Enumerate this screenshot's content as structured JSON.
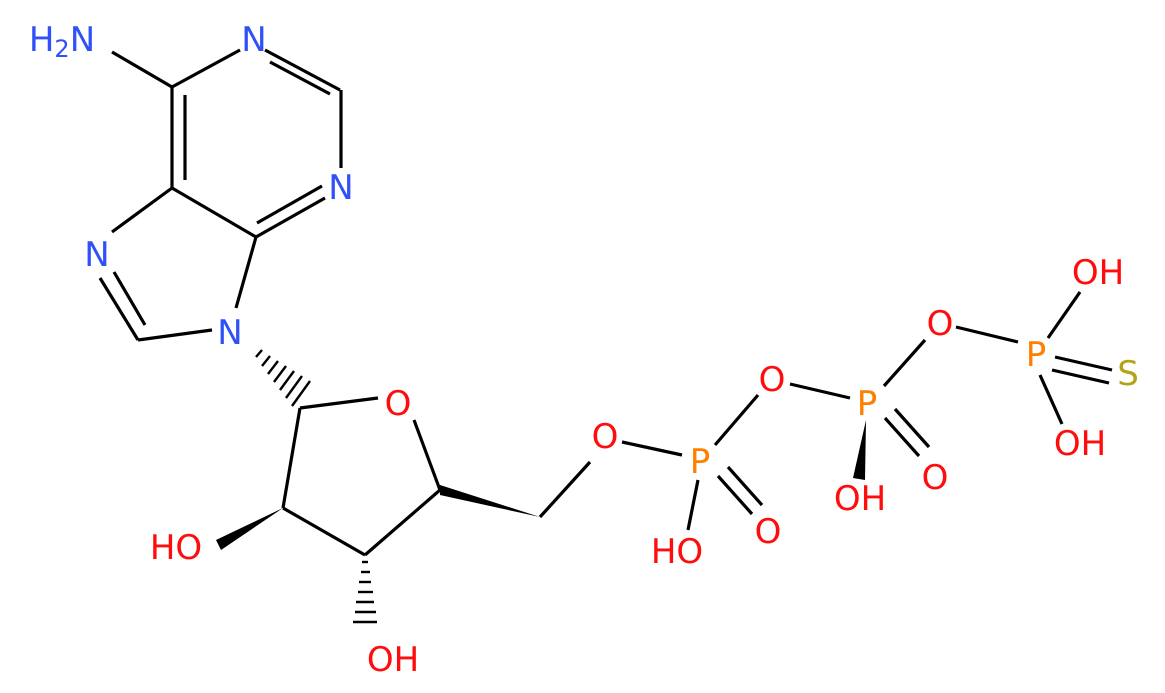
{
  "diagram": {
    "type": "structural-formula",
    "colors": {
      "N": "#3050f8",
      "O": "#ff0d0d",
      "P": "#ff8000",
      "S": "#b5a316",
      "C": "#000000"
    },
    "atoms": [
      {
        "id": "nh2",
        "label": "H2N",
        "element": "N"
      },
      {
        "id": "n1",
        "label": "N",
        "element": "N"
      },
      {
        "id": "n3",
        "label": "N",
        "element": "N"
      },
      {
        "id": "n7",
        "label": "N",
        "element": "N"
      },
      {
        "id": "n9",
        "label": "N",
        "element": "N"
      },
      {
        "id": "o_ring",
        "label": "O",
        "element": "O"
      },
      {
        "id": "oh2",
        "label": "HO",
        "element": "O"
      },
      {
        "id": "oh3",
        "label": "OH",
        "element": "O"
      },
      {
        "id": "o5",
        "label": "O",
        "element": "O"
      },
      {
        "id": "pa",
        "label": "P",
        "element": "P"
      },
      {
        "id": "pa_oh",
        "label": "HO",
        "element": "O"
      },
      {
        "id": "pa_o",
        "label": "O",
        "element": "O"
      },
      {
        "id": "o_ab",
        "label": "O",
        "element": "O"
      },
      {
        "id": "pb",
        "label": "P",
        "element": "P"
      },
      {
        "id": "pb_oh",
        "label": "OH",
        "element": "O"
      },
      {
        "id": "pb_o",
        "label": "O",
        "element": "O"
      },
      {
        "id": "o_bg",
        "label": "O",
        "element": "O"
      },
      {
        "id": "pg",
        "label": "P",
        "element": "P"
      },
      {
        "id": "pg_oh1",
        "label": "OH",
        "element": "O"
      },
      {
        "id": "pg_oh2",
        "label": "OH",
        "element": "O"
      },
      {
        "id": "pg_s",
        "label": "S",
        "element": "S"
      }
    ]
  }
}
